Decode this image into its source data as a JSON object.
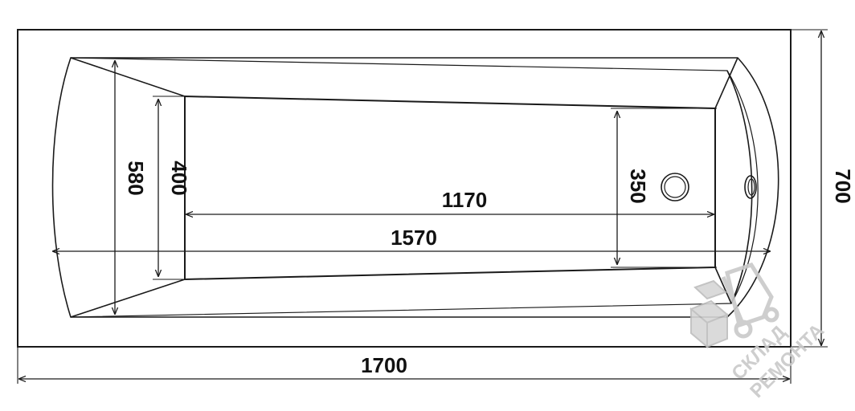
{
  "drawing": {
    "dimensions": {
      "overall_length": "1700",
      "overall_width": "700",
      "inner_length_top": "1170",
      "inner_length_bottom": "1570",
      "head_width_outer": "580",
      "head_width_inner": "400",
      "foot_width": "350"
    },
    "watermark": {
      "line1": "СКЛАД",
      "line2": "РЕМОНТА"
    },
    "colors": {
      "line": "#1a1a1a",
      "watermark": "#c9c9c9"
    }
  }
}
